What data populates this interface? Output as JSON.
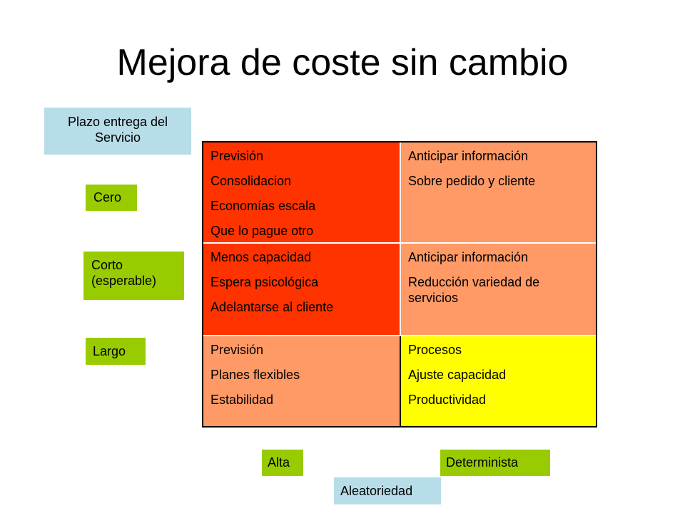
{
  "title": "Mejora de coste sin cambio",
  "colors": {
    "label_blue": "#b7dde8",
    "label_green": "#99cc00",
    "cell_red": "#ff3300",
    "cell_orange": "#ff9966",
    "cell_yellow": "#ffff00"
  },
  "axis": {
    "plazo_label": "Plazo entrega del Servicio",
    "rows": [
      "Cero",
      "Corto (esperable)",
      "Largo"
    ],
    "columns": [
      "Alta",
      "Determinista"
    ],
    "aleatoriedad_label": "Aleatoriedad"
  },
  "grid": [
    [
      {
        "fill": "#ff3300",
        "lines": [
          "Previsión",
          "Consolidacion",
          "Economías escala",
          "Que lo pague otro"
        ]
      },
      {
        "fill": "#ff9966",
        "lines": [
          "Anticipar información",
          "Sobre pedido y cliente"
        ]
      }
    ],
    [
      {
        "fill": "#ff3300",
        "lines": [
          "Menos capacidad",
          "Espera psicológica",
          "Adelantarse al cliente"
        ]
      },
      {
        "fill": "#ff9966",
        "lines": [
          "Anticipar información",
          "Reducción variedad de servicios"
        ]
      }
    ],
    [
      {
        "fill": "#ff9966",
        "lines": [
          "Previsión",
          "Planes flexibles",
          "Estabilidad"
        ]
      },
      {
        "fill": "#ffff00",
        "lines": [
          "Procesos",
          "Ajuste capacidad",
          "Productividad"
        ]
      }
    ]
  ]
}
